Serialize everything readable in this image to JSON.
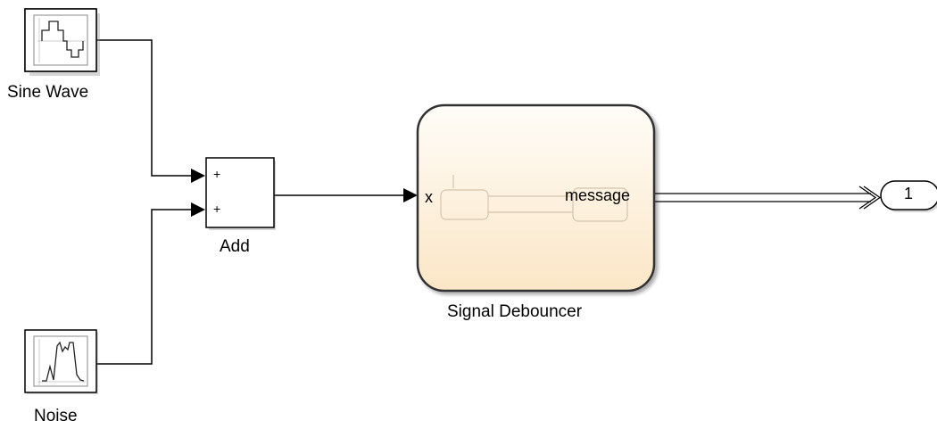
{
  "blocks": {
    "sine_wave": {
      "label": "Sine Wave"
    },
    "noise": {
      "label": "Noise"
    },
    "add": {
      "label": "Add",
      "port1_sign": "+",
      "port2_sign": "+"
    },
    "debouncer": {
      "label": "Signal Debouncer",
      "input_port": "x",
      "output_port": "message"
    },
    "outport": {
      "label": "1"
    }
  },
  "colors": {
    "line": "#000000",
    "chart_fill_top": "#fffdf8",
    "chart_fill_bottom": "#fbe6c6",
    "chart_border": "#333333",
    "inner_state": "#d8c7b0"
  }
}
